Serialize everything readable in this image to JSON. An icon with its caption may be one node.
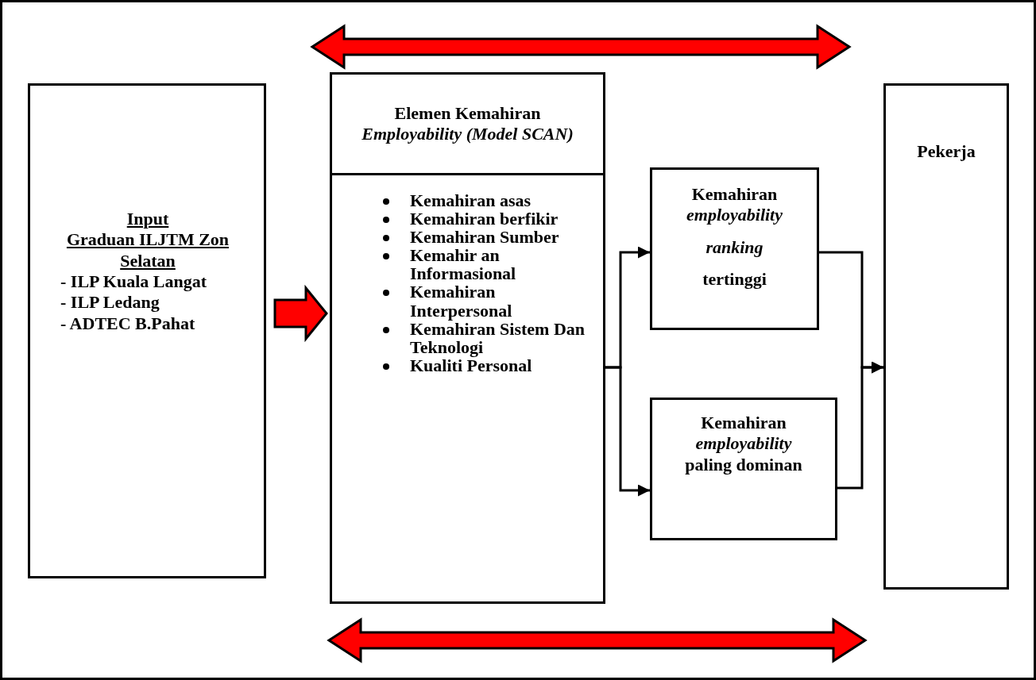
{
  "diagram": {
    "nodes": [
      {
        "text": [
          "Input",
          "Graduan ILJTM Zon Selatan",
          "- ILP Kuala Langat",
          "- ILP Ledang",
          "- ADTEC B.Pahat"
        ]
      },
      {
        "text": [
          "Elemen Kemahiran *Employability (Model SCAN)*"
        ]
      },
      {
        "text": [
          "Kemahiran asas",
          "Kemahiran berfikir",
          "Kemahiran Sumber",
          "Kemahir an Informasional",
          "Kemahiran Interpersonal",
          "Kemahiran Sistem Dan Teknologi",
          "Kualiti Personal"
        ]
      },
      {
        "text": [
          "Kemahiran *employability*",
          "*ranking*",
          "tertinggi"
        ]
      },
      {
        "text": [
          "Kemahiran *employability* paling dominan"
        ]
      },
      {
        "text": [
          "Pekerja"
        ]
      }
    ],
    "edges": [
      {
        "from": 0,
        "to": 2,
        "arrow": "to",
        "style": "thick",
        "color": "#ff0000"
      },
      {
        "from": 2,
        "to": 3,
        "arrow": "to"
      },
      {
        "from": 2,
        "to": 4,
        "arrow": "to"
      },
      {
        "from": 3,
        "to": 5,
        "arrow": "to"
      },
      {
        "from": 4,
        "to": 5,
        "arrow": "to"
      }
    ]
  }
}
